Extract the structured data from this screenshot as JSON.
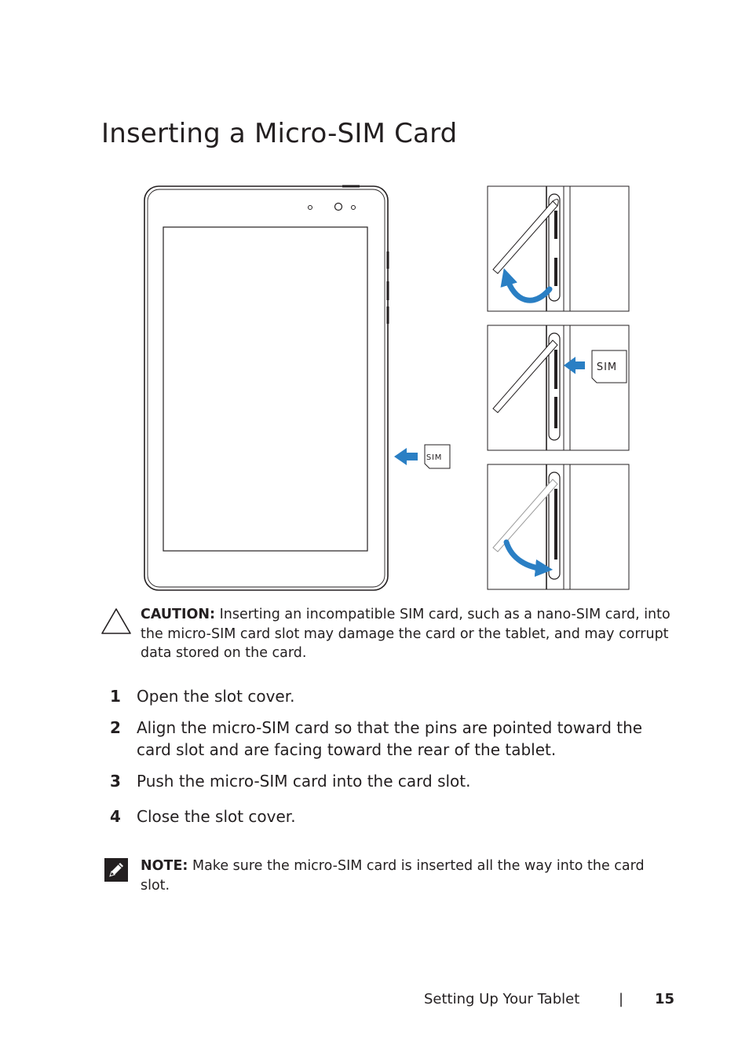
{
  "page": {
    "title": "Inserting a Micro-SIM Card"
  },
  "figure": {
    "sim_label_main": "SIM",
    "sim_label_panel": "SIM"
  },
  "caution": {
    "label": "CAUTION:",
    "text": " Inserting an incompatible SIM card, such as a nano-SIM card, into the micro-SIM card slot may damage the card or the tablet, and may corrupt data stored on the card."
  },
  "steps": [
    {
      "num": "1",
      "text": "Open the slot cover."
    },
    {
      "num": "2",
      "text": "Align the micro-SIM card so that the pins are pointed toward the card slot and are facing toward the rear of the tablet."
    },
    {
      "num": "3",
      "text": "Push the micro-SIM card into the card slot."
    },
    {
      "num": "4",
      "text": "Close the slot cover."
    }
  ],
  "note": {
    "label": "NOTE:",
    "text": " Make sure the micro-SIM card is inserted all the way into the card slot."
  },
  "footer": {
    "section": "Setting Up Your Tablet",
    "separator": "|",
    "page_number": "15"
  },
  "colors": {
    "arrow_blue": "#2a7fc4",
    "ink": "#231f20"
  }
}
